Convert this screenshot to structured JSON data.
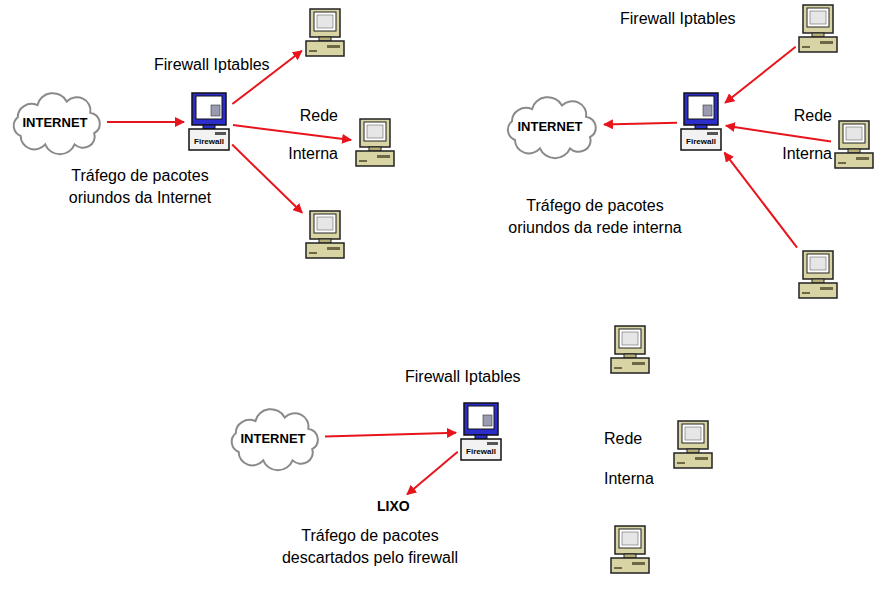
{
  "diagram": {
    "nodes": [
      {
        "text": [
          "INTERNET"
        ]
      },
      {
        "text": [
          "Firewall Iptables",
          "Firewall"
        ]
      },
      {
        "text": []
      },
      {
        "text": []
      },
      {
        "text": []
      },
      {
        "text": [
          "INTERNET"
        ]
      },
      {
        "text": [
          "Firewall Iptables",
          "Firewall"
        ]
      },
      {
        "text": []
      },
      {
        "text": []
      },
      {
        "text": []
      },
      {
        "text": [
          "INTERNET"
        ]
      },
      {
        "text": [
          "Firewall Iptables",
          "Firewall"
        ]
      },
      {
        "text": [
          "LIXO"
        ]
      },
      {
        "text": []
      },
      {
        "text": []
      },
      {
        "text": []
      }
    ],
    "edges": [
      {
        "from": 0,
        "to": 1,
        "arrow": "to"
      },
      {
        "from": 1,
        "to": 2,
        "arrow": "to"
      },
      {
        "from": 1,
        "to": 3,
        "arrow": "to"
      },
      {
        "from": 1,
        "to": 4,
        "arrow": "to"
      },
      {
        "from": 7,
        "to": 6,
        "arrow": "to"
      },
      {
        "from": 8,
        "to": 6,
        "arrow": "to"
      },
      {
        "from": 9,
        "to": 6,
        "arrow": "to"
      },
      {
        "from": 6,
        "to": 5,
        "arrow": "to"
      },
      {
        "from": 10,
        "to": 11,
        "arrow": "to"
      },
      {
        "from": 11,
        "to": 12,
        "arrow": "to"
      }
    ],
    "labels": [
      "Rede Interna",
      "Tráfego de pacotes oriundos da Internet",
      "Rede Interna",
      "Tráfego de pacotes oriundos da rede interna",
      "Rede Interna",
      "Tráfego de pacotes descartados pelo firewall"
    ]
  }
}
